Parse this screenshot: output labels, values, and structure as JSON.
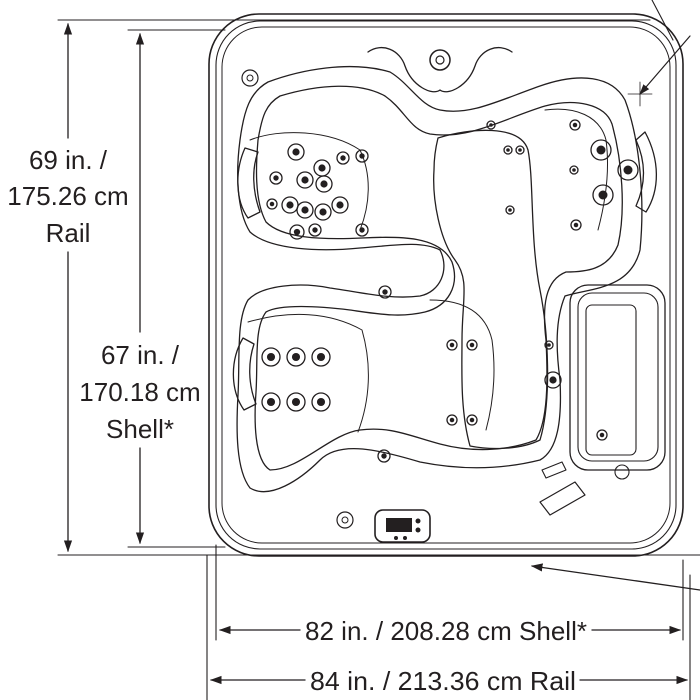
{
  "dimensions": {
    "rail_height": [
      "69 in. /",
      "175.26 cm",
      "Rail"
    ],
    "shell_height": [
      "67 in. /",
      "170.18 cm",
      "Shell*"
    ],
    "shell_width": "82 in. / 208.28 cm Shell*",
    "rail_width": "84 in. / 213.36 cm Rail"
  },
  "colors": {
    "line": "#231f20",
    "background": "#ffffff"
  },
  "icons": {
    "control_panel": "keypad-icon",
    "jet": "jet-icon"
  }
}
